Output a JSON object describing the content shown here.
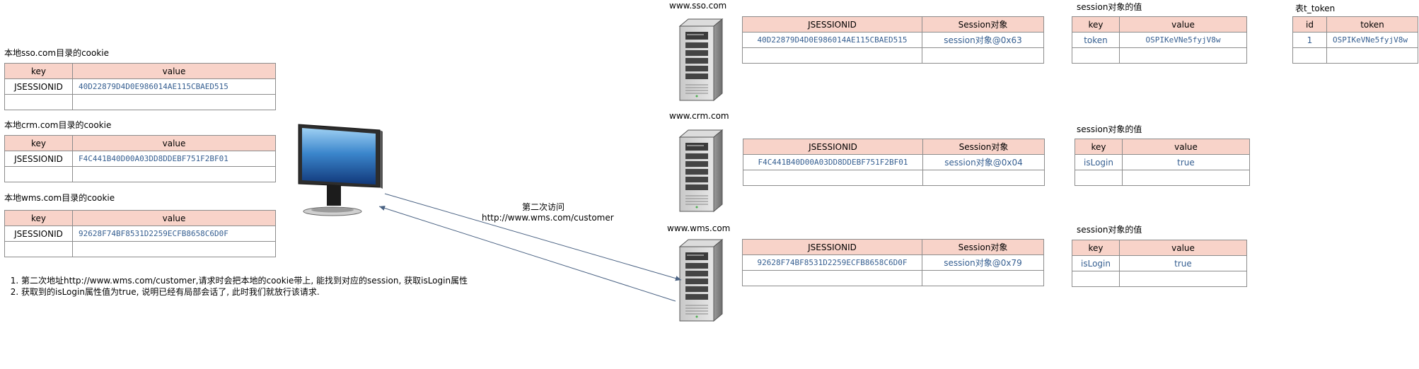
{
  "browser_cookies": [
    {
      "caption": "本地sso.com目录的cookie",
      "headers": [
        "key",
        "value"
      ],
      "key": "JSESSIONID",
      "value": "40D22879D4D0E986014AE115CBAED515"
    },
    {
      "caption": "本地crm.com目录的cookie",
      "headers": [
        "key",
        "value"
      ],
      "key": "JSESSIONID",
      "value": "F4C441B40D00A03DD8DDEBF751F2BF01"
    },
    {
      "caption": "本地wms.com目录的cookie",
      "headers": [
        "key",
        "value"
      ],
      "key": "JSESSIONID",
      "value": "92628F74BF8531D2259ECFB8658C6D0F"
    }
  ],
  "servers": [
    {
      "domain": "www.sso.com",
      "sid_headers": [
        "JSESSIONID",
        "Session对象"
      ],
      "sid": "40D22879D4D0E986014AE115CBAED515",
      "obj": "session对象@0x63",
      "attr_caption": "session对象的值",
      "attr_headers": [
        "key",
        "value"
      ],
      "attr_key": "token",
      "attr_value": "OSPIKeVNe5fyjV8w"
    },
    {
      "domain": "www.crm.com",
      "sid_headers": [
        "JSESSIONID",
        "Session对象"
      ],
      "sid": "F4C441B40D00A03DD8DDEBF751F2BF01",
      "obj": "session对象@0x04",
      "attr_caption": "session对象的值",
      "attr_headers": [
        "key",
        "value"
      ],
      "attr_key": "isLogin",
      "attr_value": "true"
    },
    {
      "domain": "www.wms.com",
      "sid_headers": [
        "JSESSIONID",
        "Session对象"
      ],
      "sid": "92628F74BF8531D2259ECFB8658C6D0F",
      "obj": "session对象@0x79",
      "attr_caption": "session对象的值",
      "attr_headers": [
        "key",
        "value"
      ],
      "attr_key": "isLogin",
      "attr_value": "true"
    }
  ],
  "token_table": {
    "caption": "表t_token",
    "headers": [
      "id",
      "token"
    ],
    "id": "1",
    "token": "OSPIKeVNe5fyjV8w"
  },
  "request": {
    "line1": "第二次访问",
    "line2": "http://www.wms.com/customer"
  },
  "notes": [
    "第二次地址http://www.wms.com/customer,请求时会把本地的cookie带上, 能找到对应的session, 获取isLogin属性",
    "获取到的isLogin属性值为true, 说明已经有局部会话了, 此时我们就放行该请求."
  ],
  "colors": {
    "header_fill": "#f8d3c9",
    "border": "#8c8c8c",
    "value_text": "#365f91",
    "arrow": "#4a6283"
  }
}
